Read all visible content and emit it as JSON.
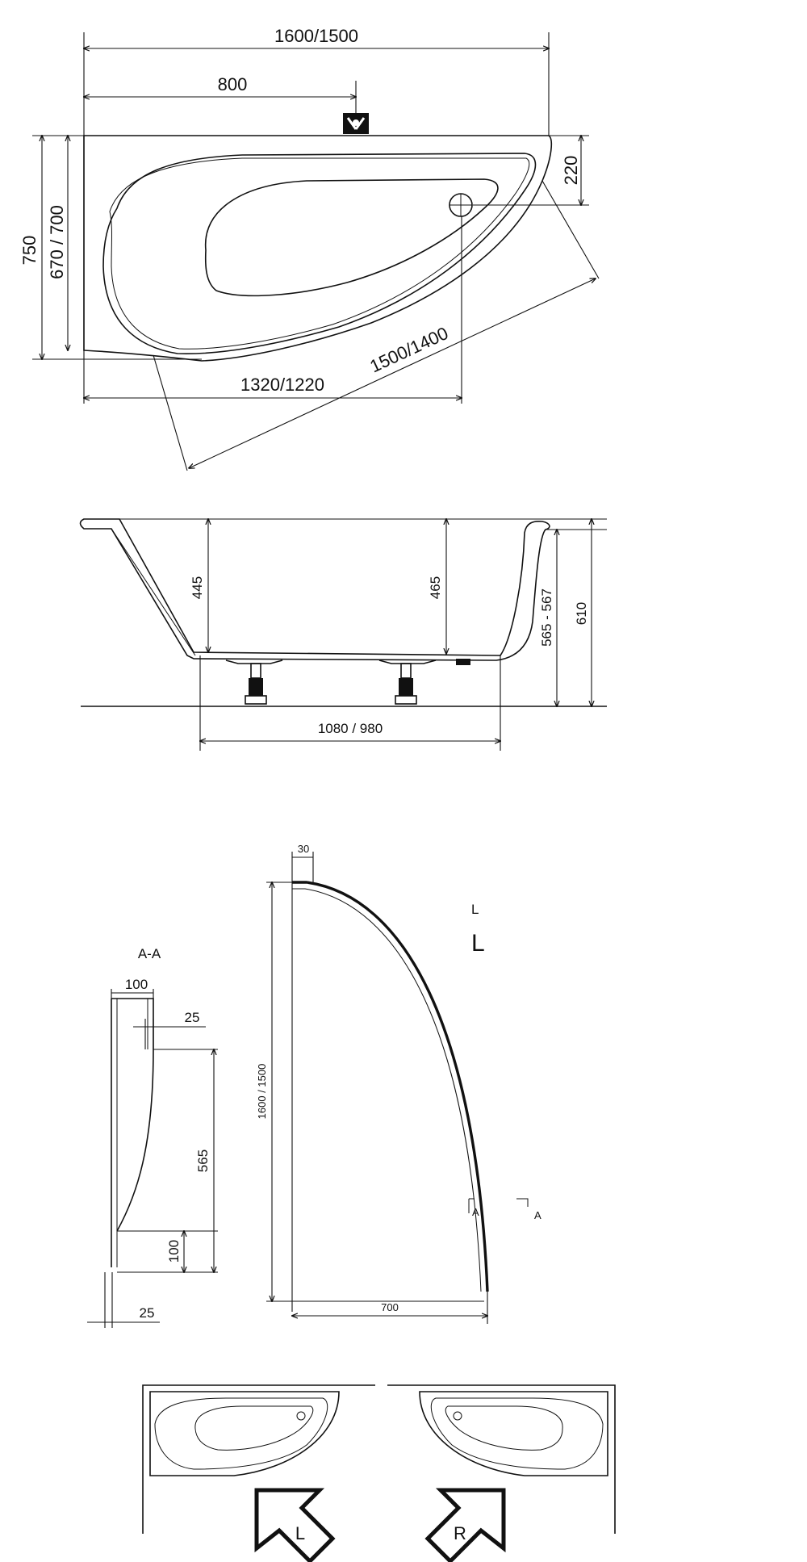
{
  "plan": {
    "width_label": "1600/1500",
    "half_label": "800",
    "height_outer_label": "750",
    "height_inner_label": "670 / 700",
    "drain_offset_label": "220",
    "base_label": "1320/1220",
    "diagonal_label": "1500/1400"
  },
  "side_view": {
    "depth_left_label": "445",
    "depth_right_label": "465",
    "adjustable_label": "565 - 567",
    "total_height_label": "610",
    "foot_span_label": "1080 / 980"
  },
  "panel": {
    "top_offset_label": "30",
    "length_label": "1600 / 1500",
    "width_label": "700",
    "variant_letter_small": "L",
    "variant_letter_large": "L",
    "section_mark_1": "A",
    "section_mark_2": "A"
  },
  "section": {
    "title": "A-A",
    "top_width_label": "100",
    "top_lip_label": "25",
    "height_label": "565",
    "base_height_label": "100",
    "bottom_lip_label": "25"
  },
  "orientation": {
    "left_label": "L",
    "right_label": "R"
  }
}
